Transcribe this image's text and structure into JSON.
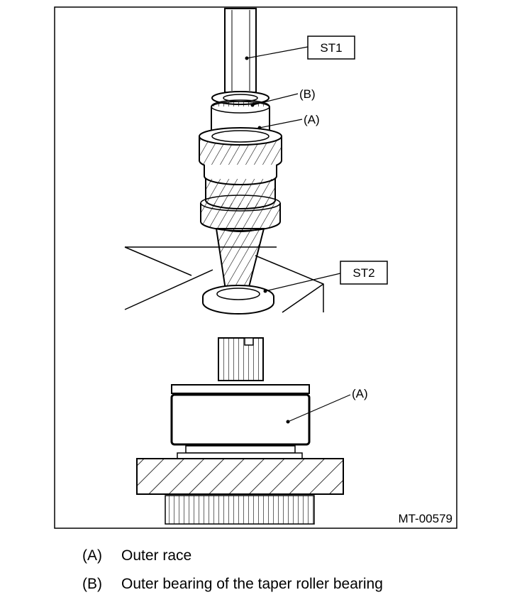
{
  "figure": {
    "callouts": {
      "st1": "ST1",
      "st2": "ST2",
      "b_top": "(B)",
      "a_top": "(A)",
      "a_bottom": "(A)"
    },
    "code": "MT-00579"
  },
  "legend": [
    {
      "key": "(A)",
      "text": "Outer race"
    },
    {
      "key": "(B)",
      "text": "Outer bearing of the taper roller bearing"
    }
  ]
}
